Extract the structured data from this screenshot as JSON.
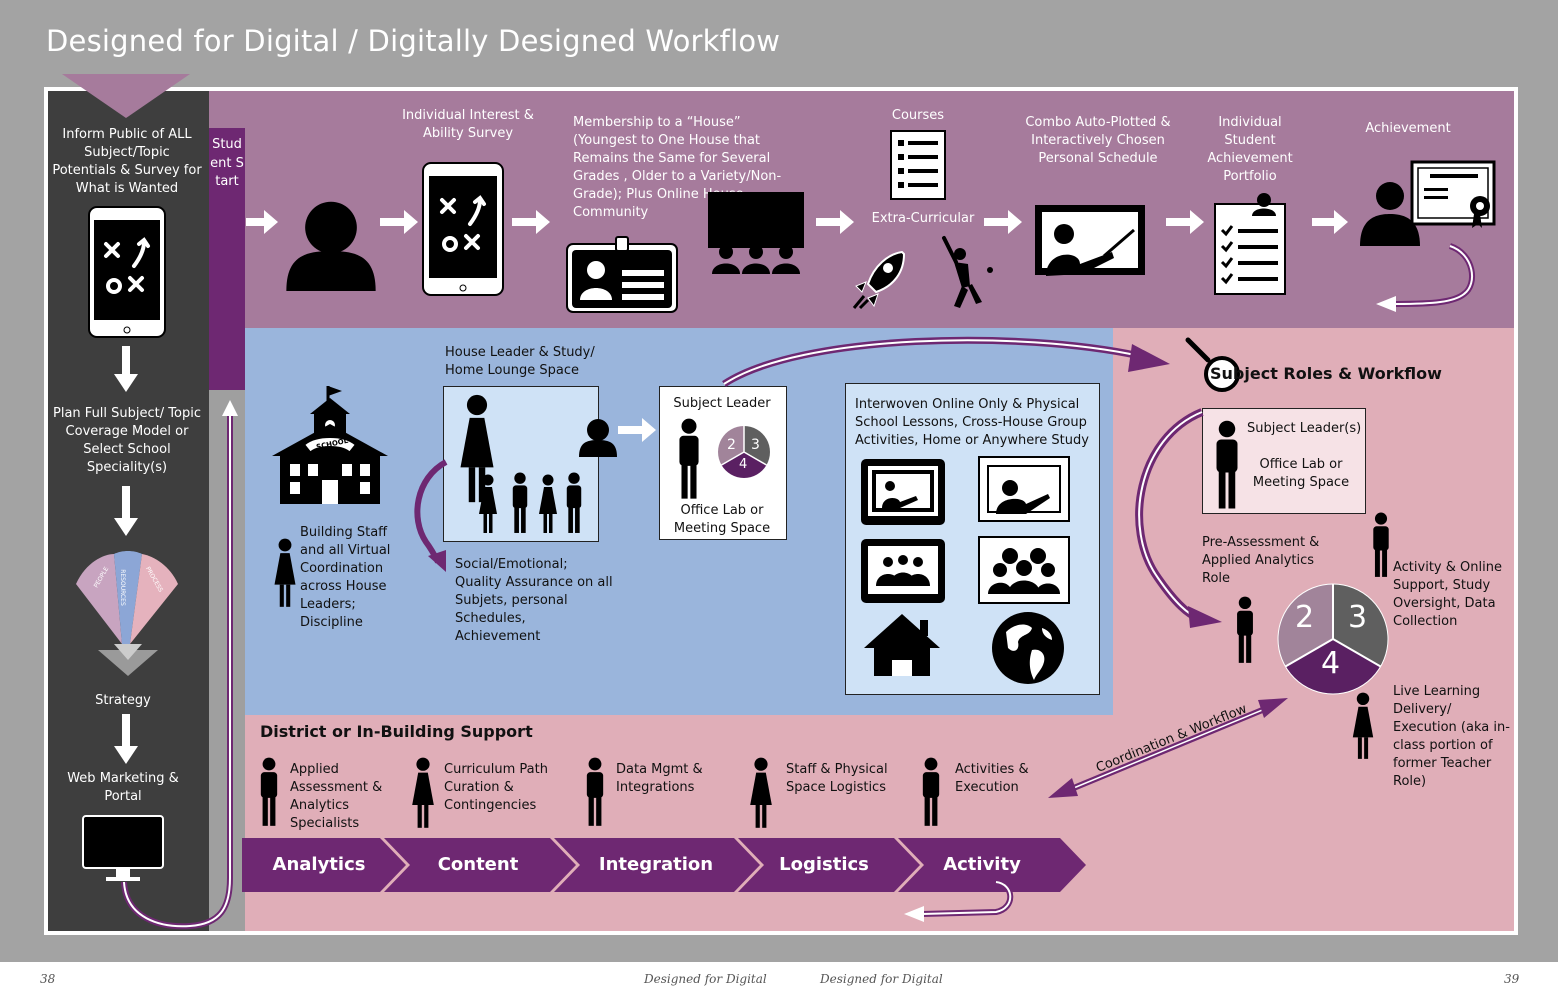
{
  "title": "Designed for Digital / Digitally Designed Workflow",
  "left_column": {
    "inform": "Inform Public of ALL Subject/Topic Potentials & Survey for What is Wanted",
    "plan": "Plan Full Subject/ Topic Coverage Model or Select School Speciality(s)",
    "fan_labels": [
      "PEOPLE",
      "RESOURCES",
      "PROCESS"
    ],
    "strategy": "Strategy",
    "web_marketing": "Web Marketing & Portal"
  },
  "student_start": "Student Start",
  "top_steps": {
    "survey": "Individual Interest & Ability Survey",
    "membership": "Membership to a “House” (Youngest to One House that Remains  the Same for Several Grades , Older to a Variety/Non-Grade); Plus Online House Community",
    "courses": "Courses",
    "extra": "Extra-Curricular",
    "combo": "Combo Auto-Plotted & Interactively Chosen Personal Schedule",
    "portfolio": "Individual Student Achievement Portfolio",
    "achievement": "Achievement"
  },
  "house": {
    "lounge": "House Leader & Study/ Home Lounge Space",
    "building": "Building Staff and all Virtual Coordination across House Leaders; Discipline",
    "social": "Social/Emotional; Quality Assurance on all Subjets, personal Schedules, Achievement",
    "subject_leader": "Subject Leader",
    "office": "Office Lab or Meeting Space",
    "school_sign": "SCHOOL",
    "interwoven": "Interwoven Online Only & Physical School Lessons, Cross-House Group Activities, Home or Anywhere Study"
  },
  "pie_numbers": [
    "2",
    "3",
    "4"
  ],
  "subject_roles": {
    "heading": "Subject Roles & Workflow",
    "leaders": "Subject Leader(s)",
    "office": "Office Lab or Meeting Space",
    "pre": "Pre-Assessment & Applied Analytics Role",
    "activity": "Activity & Online Support, Study Oversight, Data Collection",
    "live": "Live Learning Delivery/ Execution (aka in-class portion of former Teacher Role)",
    "coordination": "Coordination & Workflow"
  },
  "district": {
    "heading": "District or In-Building Support",
    "roles": [
      "Applied Assessment & Analytics Specialists",
      "Curriculum Path Curation & Contingencies",
      "Data Mgmt & Integrations",
      "Staff & Physical Space Logistics",
      "Activities & Execution"
    ],
    "chevrons": [
      "Analytics",
      "Content",
      "Integration",
      "Logistics",
      "Activity"
    ]
  },
  "footer": {
    "left_page": "38",
    "left_title": "Designed for Digital",
    "right_title": "Designed for Digital",
    "right_page": "39"
  },
  "colors": {
    "purple": "#6e2872",
    "mauve": "#a67b9c",
    "pink": "#e0aeb8",
    "blue": "#9ab5dc",
    "dark": "#3e3e3e",
    "pie_2": "#a1849a",
    "pie_3": "#5f5f5f",
    "pie_4": "#5a2062"
  }
}
